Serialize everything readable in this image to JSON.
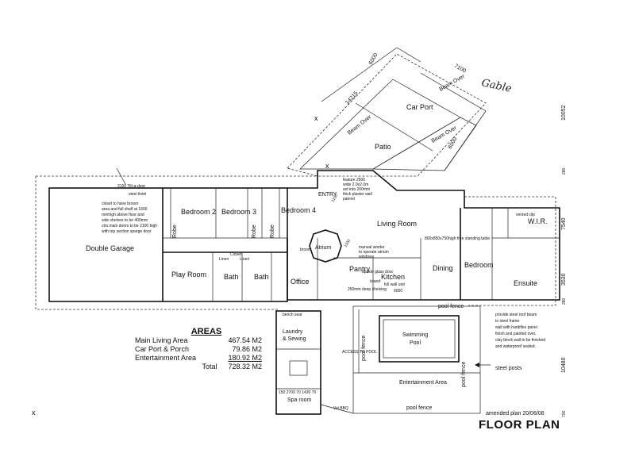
{
  "title": "FLOOR PLAN",
  "amended_note": "amended plan 20/06/08",
  "handwritten_note": "Gable",
  "rooms": {
    "double_garage": "Double Garage",
    "bedroom2": "Bedroom 2",
    "bedroom3": "Bedroom 3",
    "bedroom4": "Bedroom 4",
    "robe1": "Robe",
    "robe2": "Robe",
    "robe3": "Robe",
    "play_room": "Play Room",
    "bath1": "Bath",
    "bath2": "Bath",
    "office": "Office",
    "atrium": "Atrium",
    "pantry": "Pantry",
    "kitchen": "Kitchen",
    "dining": "Dining",
    "living_room": "Living Room",
    "bedroom": "Bedroom",
    "wir": "W.I.R.",
    "ensuite": "Ensuite",
    "entry": "ENTRY",
    "patio": "Patio",
    "car_port": "Car Port",
    "laundry": "Laundry",
    "sewing": "& Sewing",
    "spa_room": "Spa room",
    "swimming_pool_1": "Swimming",
    "swimming_pool_2": "Pool",
    "entertainment_area": "Entertainment Area",
    "closet": "Closet",
    "linen1": "Linen",
    "linen2": "Linen"
  },
  "labels": {
    "pool_fence_1": "pool fence",
    "pool_fence_2": "pool fence",
    "pool_fence_3": "pool fence",
    "pool_fence_4": "pool fence",
    "access_to_pool": "ACCESS TO POOL",
    "steel_posts": "steel posts",
    "beam_over_1": "Beam Over",
    "beam_over_2": "Beam Over",
    "beam_over_3": "Beam Over",
    "broom_cl": "broom",
    "vei_bbq": "Vei BBQ",
    "steel_lintel": "steel lintel",
    "tilt_door": "2100 Tilt-a-door"
  },
  "notes": {
    "garage_note": [
      "closet to have broom",
      "area and full shelf at 1600",
      "mmhigh above floor and",
      "side shelves to be 400mm",
      "ctrs.main doors to be 2100 high",
      "with top section sparge door"
    ],
    "roof_note": [
      "provide steel roof beam",
      "to steel frame",
      "wall with hardiflex panel",
      "finish and painted over,",
      "clay block wall to be finished",
      "and waterproof sealed."
    ],
    "feature_window": [
      "feature 2500",
      "wide 2.0x2.0m",
      "set into 200mm",
      "thick plaster wall",
      "pannel"
    ],
    "kitchen_note": [
      "manual winder",
      "to operate atrium",
      "windows."
    ],
    "pantry_note": [
      "upside glass door",
      "island",
      "full wall unit"
    ],
    "shelving_note": "250mm deep shelving",
    "table_note": "800x850x750high free standing table",
    "wir_note": "vented clip",
    "bench_note": "bench seat"
  },
  "dimensions": {
    "d14215": "14215",
    "d6000a": "6000",
    "d6000b": "6000",
    "d7100": "7100",
    "d10052": "10052",
    "d7540": "7540",
    "d3530": "3530",
    "d10480": "10480",
    "d280a": "280",
    "d280b": "280",
    "d1100a": "1100",
    "d1100b": "1100",
    "d6000c": "6000",
    "spa_dims": "150  2700 70 1430 70",
    "d700": "700"
  },
  "areas": {
    "heading": "AREAS",
    "rows": [
      {
        "label": "Main Living Area",
        "value": "467.54 M2"
      },
      {
        "label": "Car Port & Porch",
        "value": "79.86 M2"
      },
      {
        "label": "Entertainment Area",
        "value": "180.92 M2"
      },
      {
        "label": "Total",
        "value": "728.32 M2"
      }
    ]
  }
}
